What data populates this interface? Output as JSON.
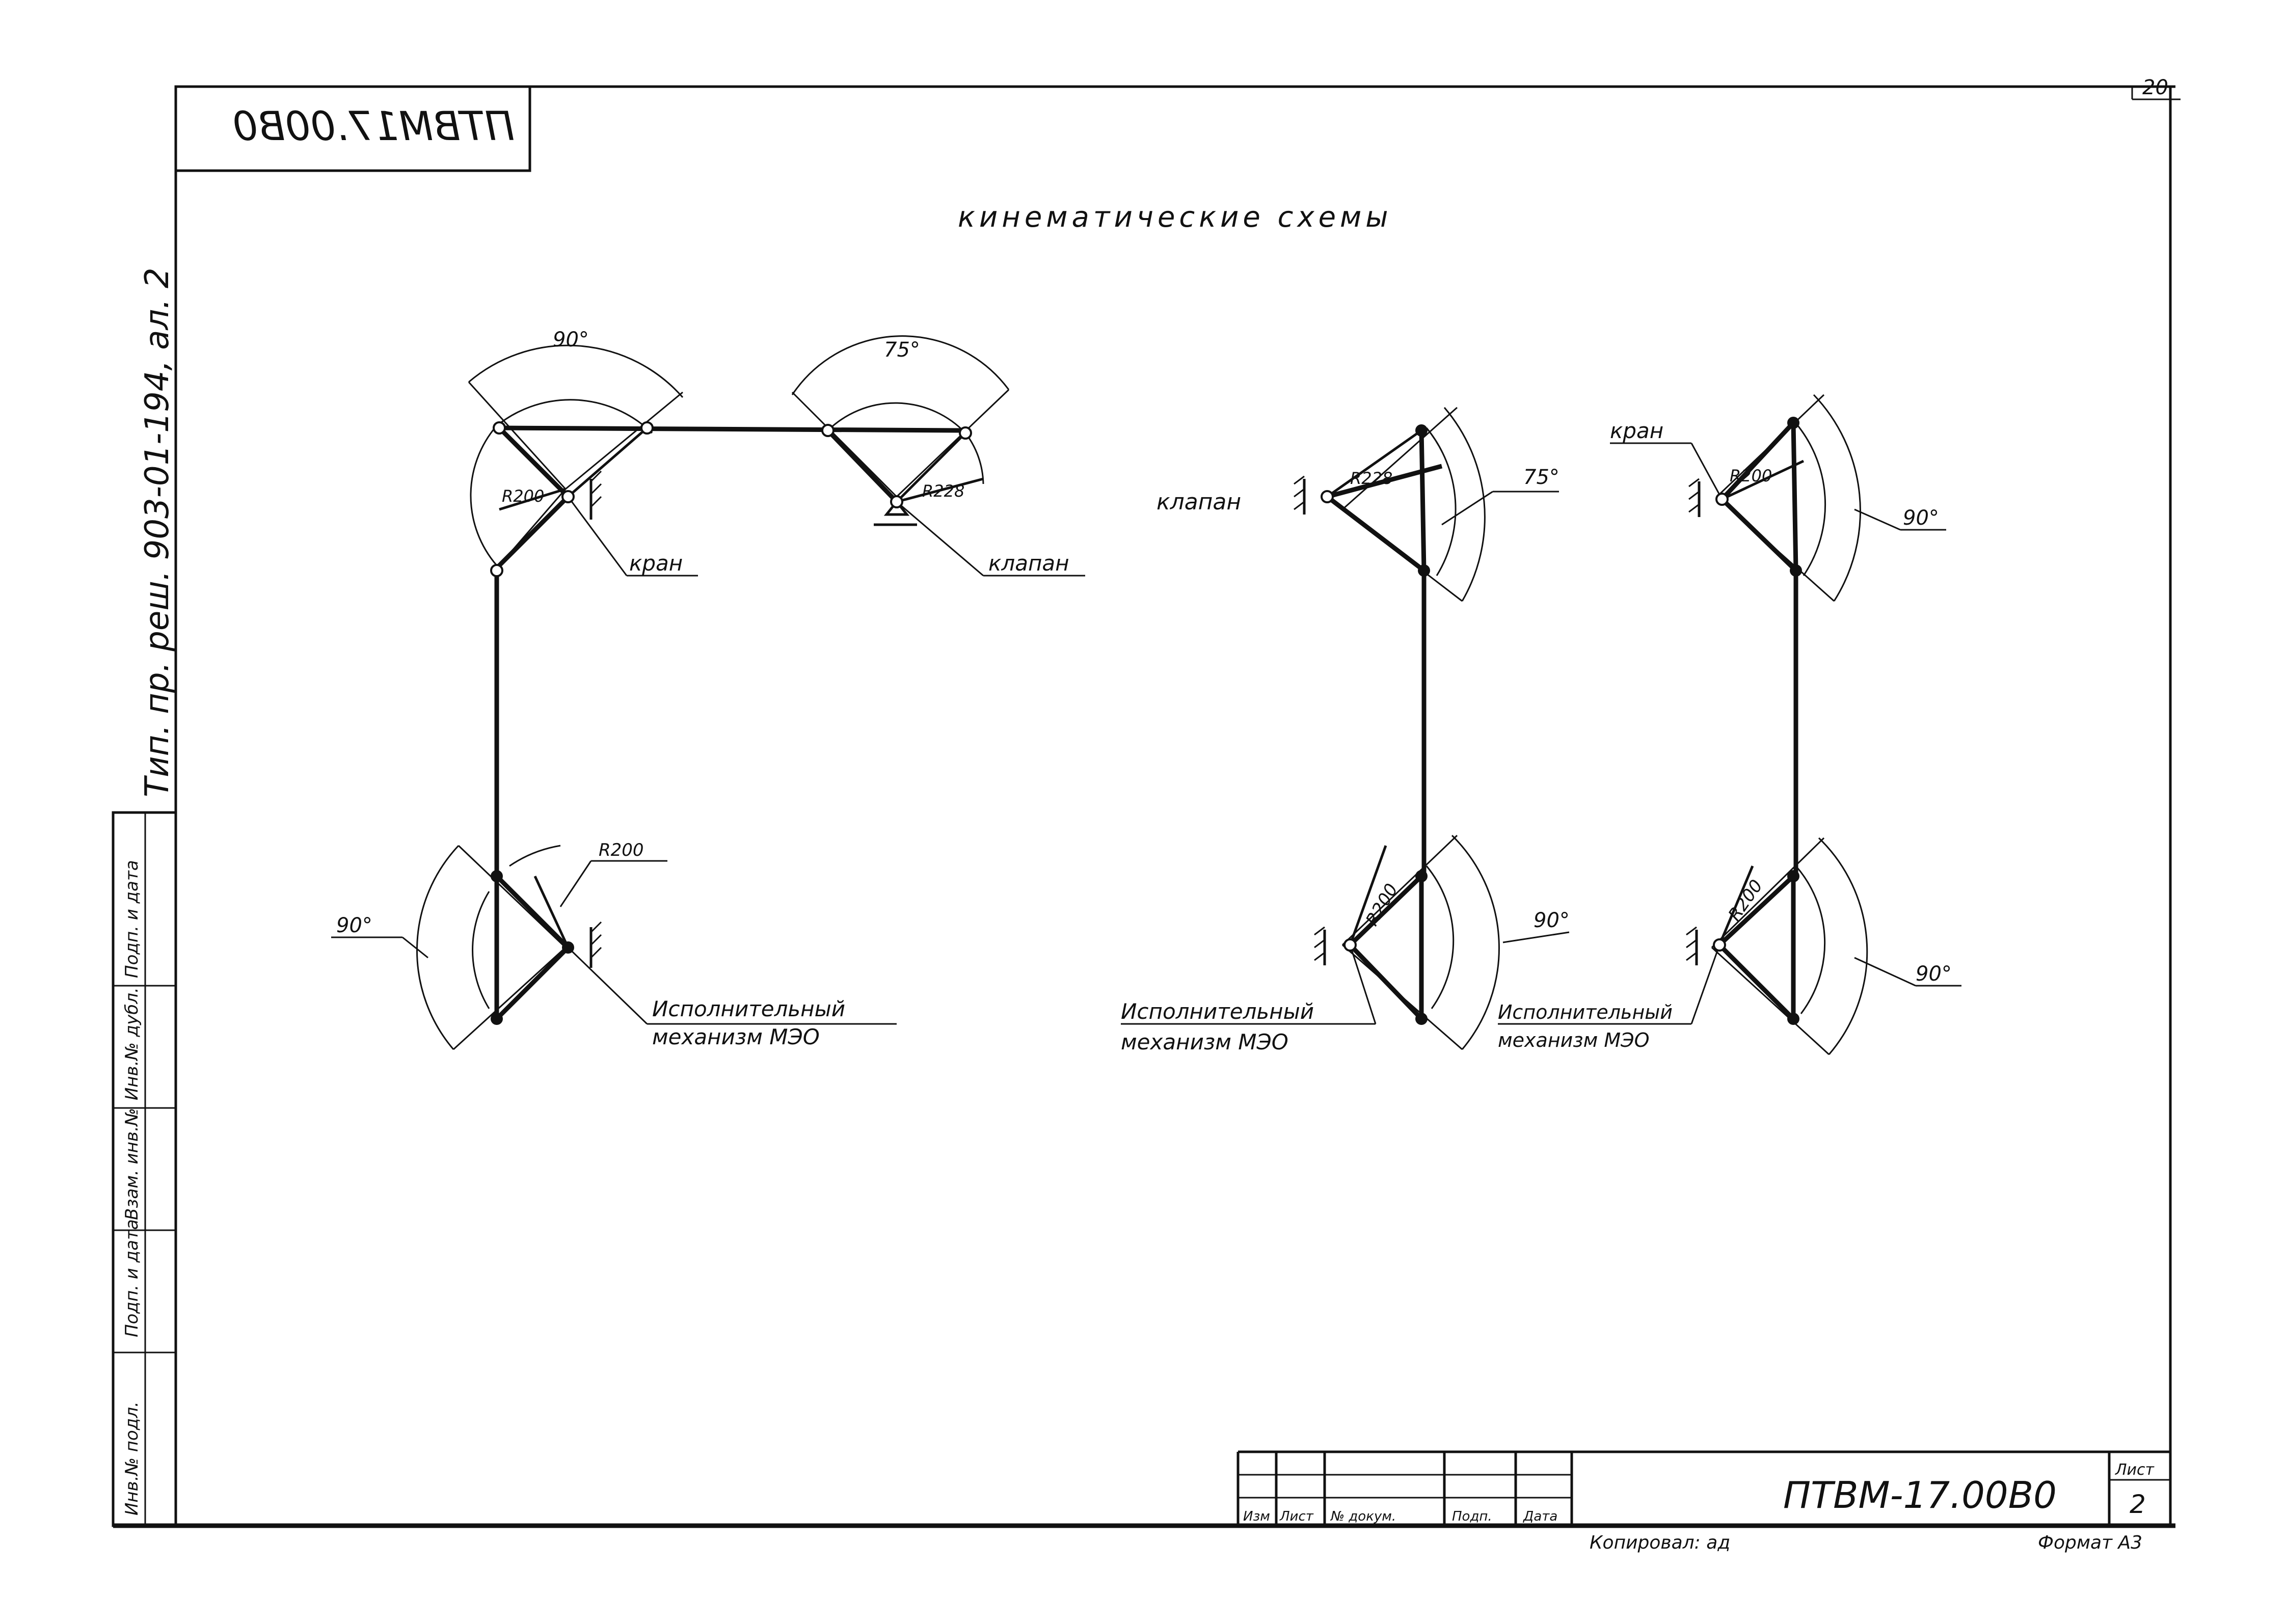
{
  "sheet": {
    "page_number": "20",
    "mirrored_code": "ПТВМ17.00В0",
    "title": "кинематические схемы",
    "side_reference": "Тип. пр. реш. 903-01-194, ал. 2",
    "side_labels": [
      "Инв.№ подл.",
      "Подп. и дата",
      "Взам. инв.№",
      "Инв.№ дубл.",
      "Подп. и дата"
    ],
    "designation": "ПТВМ-17.00В0",
    "sheet_label": "Лист",
    "sheet_number": "2",
    "copied_label": "Копировал: ад",
    "format_label": "Формат А3",
    "stamp_columns": [
      "Изм",
      "Лист",
      "№ докум.",
      "Подп.",
      "Дата"
    ]
  },
  "diagram": {
    "labels": {
      "angle_90": "90°",
      "angle_75": "75°",
      "r200": "R200",
      "r228": "R228",
      "kran": "кран",
      "klapan": "клапан",
      "actuator_line1": "Исполнительный",
      "actuator_line2": "механизм МЭО"
    }
  }
}
